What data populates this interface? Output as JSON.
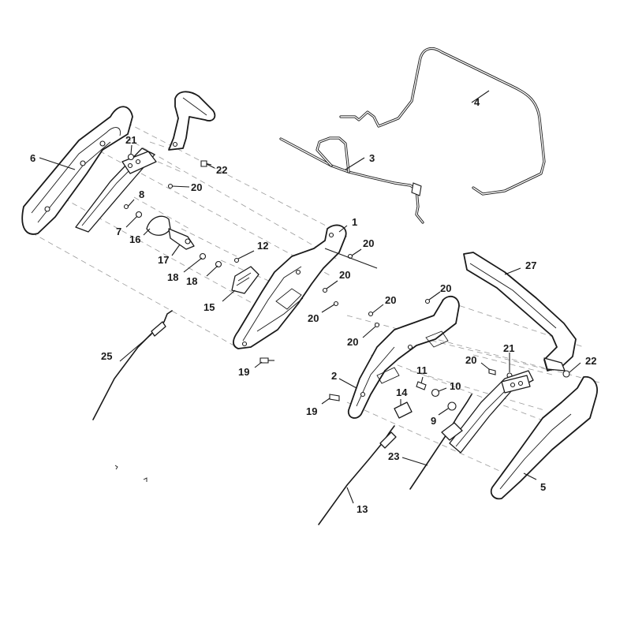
{
  "callouts": {
    "c1": "1",
    "c2": "2",
    "c3": "3",
    "c4": "4",
    "c5": "5",
    "c6": "6",
    "c7": "7",
    "c8": "8",
    "c9": "9",
    "c10": "10",
    "c11": "11",
    "c12": "12",
    "c13": "13",
    "c14": "14",
    "c15": "15",
    "c16": "16",
    "c17": "17",
    "c18a": "18",
    "c18b": "18",
    "c19a": "19",
    "c19b": "19",
    "c20a": "20",
    "c20b": "20",
    "c20c": "20",
    "c20d": "20",
    "c20e": "20",
    "c20f": "20",
    "c20g": "20",
    "c20h": "20",
    "c21a": "21",
    "c21b": "21",
    "c22a": "22",
    "c22b": "22",
    "c23": "23",
    "c25": "25",
    "c27": "27"
  },
  "colors": {
    "line": "#1a1a1a",
    "guide": "#9a9a9a",
    "background": "#ffffff"
  }
}
